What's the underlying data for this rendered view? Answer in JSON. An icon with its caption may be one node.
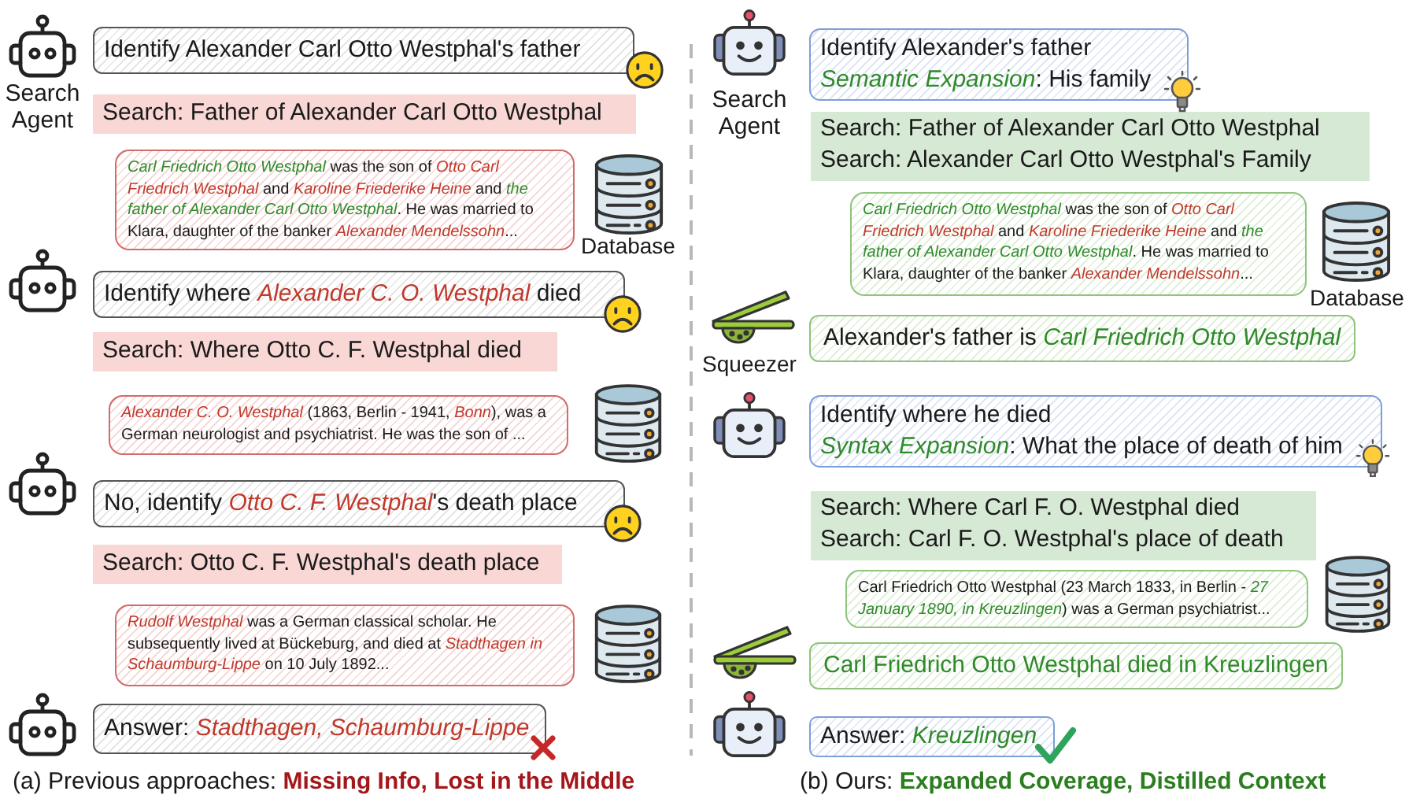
{
  "diagram": {
    "nodes": [
      {
        "text": [
          "Identify Alexander Carl Otto Westphal's father"
        ]
      },
      {
        "text": [
          "Search: Father of Alexander Carl Otto Westphal"
        ]
      },
      {
        "text": [
          "*Carl Friedrich Otto Westphal* was the son of *Otto Carl Friedrich Westphal* and *Karoline Friederike Heine* and *the father of Alexander Carl Otto Westphal*. He was married to Klara, daughter of the banker *Alexander Mendelssohn*..."
        ]
      },
      {
        "text": [
          "Identify where *Alexander C. O. Westphal* died"
        ]
      },
      {
        "text": [
          "Search: Where Otto C. F. Westphal died"
        ]
      },
      {
        "text": [
          "*Alexander C. O. Westphal* (1863, Berlin - 1941, *Bonn*), was a German neurologist and psychiatrist. He was the son of ..."
        ]
      },
      {
        "text": [
          "No, identify *Otto C. F. Westphal*'s death place"
        ]
      },
      {
        "text": [
          "Search: Otto C. F. Westphal's death place"
        ]
      },
      {
        "text": [
          "*Rudolf Westphal* was a German classical scholar. He subsequently lived at Bückeburg, and died at *Stadthagen in Schaumburg-Lippe* on 10 July 1892..."
        ]
      },
      {
        "text": [
          "Answer: *Stadthagen, Schaumburg-Lippe*"
        ]
      },
      {
        "text": [
          "Identify Alexander's father",
          "*Semantic Expansion*: His family"
        ]
      },
      {
        "text": [
          "Search: Father of Alexander Carl Otto Westphal",
          "Search: Alexander Carl Otto Westphal's Family"
        ]
      },
      {
        "text": [
          "*Carl Friedrich Otto Westphal* was the son of *Otto Carl Friedrich Westphal* and *Karoline Friederike Heine* and *the father of Alexander Carl Otto Westphal*. He was married to Klara, daughter of the banker *Alexander Mendelssohn*..."
        ]
      },
      {
        "text": [
          "Alexander's father is *Carl Friedrich Otto Westphal*"
        ]
      },
      {
        "text": [
          "Identify where he died",
          "*Syntax Expansion*: What the place of death of him"
        ]
      },
      {
        "text": [
          "Search: Where Carl F. O. Westphal died",
          "Search: Carl F. O. Westphal's place of death"
        ]
      },
      {
        "text": [
          "Carl Friedrich Otto Westphal (23 March 1833, in Berlin - *27 January 1890, in Kreuzlingen*) was a German psychiatrist..."
        ]
      },
      {
        "text": [
          "Carl Friedrich Otto Westphal died in Kreuzlingen"
        ]
      },
      {
        "text": [
          "Answer: *Kreuzlingen*"
        ]
      }
    ],
    "labels": [
      "Search Agent",
      "Database",
      "(a) Previous approaches: **Missing Info, Lost in the Middle**",
      "Search Agent",
      "Database",
      "Squeezer",
      "(b) Ours: **Expanded Coverage, Distilled Context**"
    ]
  }
}
